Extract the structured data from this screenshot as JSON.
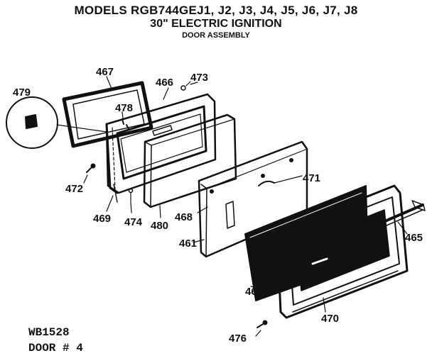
{
  "header": {
    "title": "MODELS RGB744GEJ1, J2, J3, J4, J5, J6, J7, J8",
    "subtitle": "30\" ELECTRIC IGNITION",
    "section": "DOOR ASSEMBLY"
  },
  "parts": {
    "p479": "479",
    "p467": "467",
    "p466": "466",
    "p473": "473",
    "p478": "478",
    "p472": "472",
    "p471": "471",
    "p469": "469",
    "p474": "474",
    "p480": "480",
    "p468": "468",
    "p461": "461",
    "p465": "465",
    "p464": "464",
    "p470": "470",
    "p476": "476"
  },
  "footer": {
    "code": "WB1528",
    "door": "DOOR # 4"
  }
}
